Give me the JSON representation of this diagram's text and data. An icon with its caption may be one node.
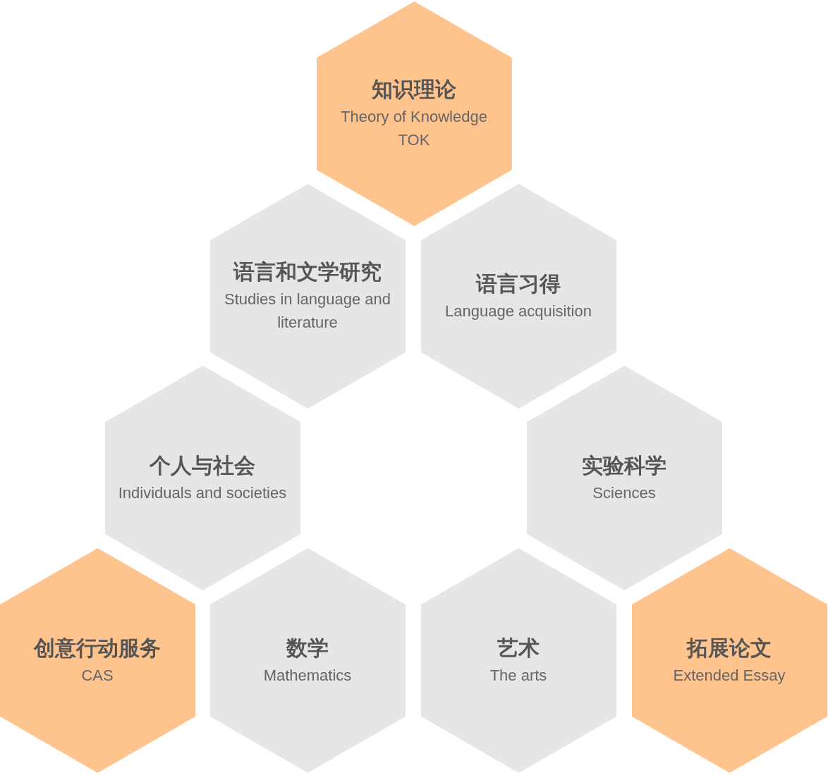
{
  "diagram": {
    "nodes": [
      {
        "text": [
          "知识理论",
          "Theory of Knowledge",
          "TOK"
        ]
      },
      {
        "text": [
          "语言和文学研究",
          "Studies in language and literature"
        ]
      },
      {
        "text": [
          "语言习得",
          "Language acquisition"
        ]
      },
      {
        "text": [
          "个人与社会",
          "Individuals and societies"
        ]
      },
      {
        "text": [
          "实验科学",
          "Sciences"
        ]
      },
      {
        "text": [
          "创意行动服务",
          "CAS"
        ]
      },
      {
        "text": [
          "数学",
          "Mathematics"
        ]
      },
      {
        "text": [
          "艺术",
          "The arts"
        ]
      },
      {
        "text": [
          "拓展论文",
          "Extended Essay"
        ]
      }
    ]
  }
}
